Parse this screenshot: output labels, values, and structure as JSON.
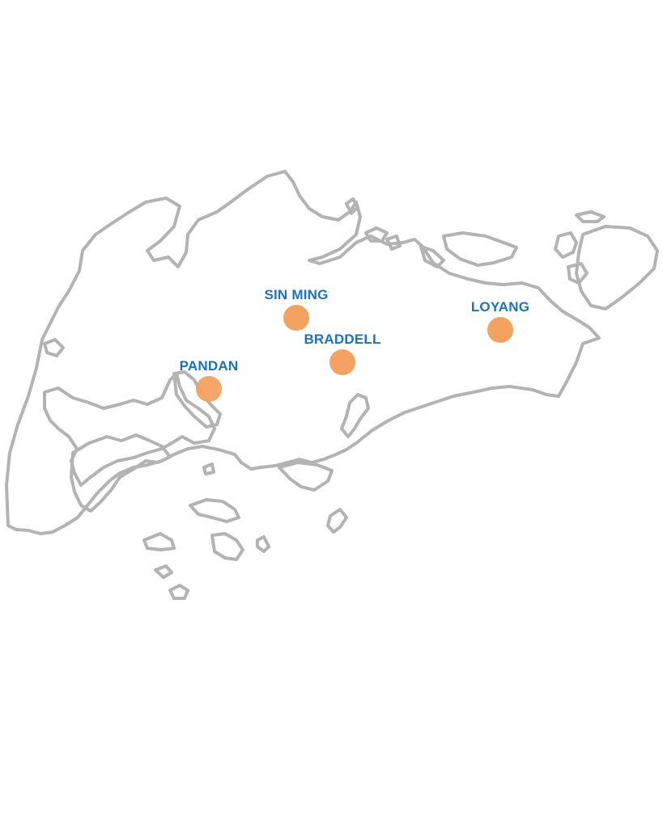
{
  "colors": {
    "coastline": "#b3b3b3",
    "marker": "#f4a261",
    "label": "#1a73b8",
    "background": "#ffffff"
  },
  "locations": [
    {
      "id": "sin-ming",
      "label": "SIN MING"
    },
    {
      "id": "braddell",
      "label": "BRADDELL"
    },
    {
      "id": "pandan",
      "label": "PANDAN"
    },
    {
      "id": "loyang",
      "label": "LOYANG"
    }
  ]
}
